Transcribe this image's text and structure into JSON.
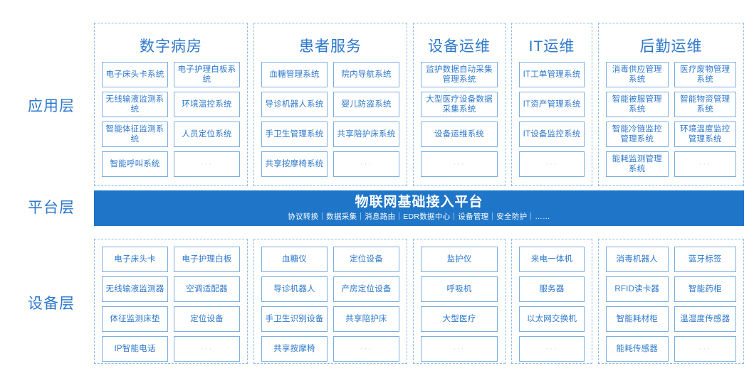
{
  "layers": {
    "application": "应用层",
    "platform": "平台层",
    "device": "设备层"
  },
  "platform": {
    "title": "物联网基础接入平台",
    "subtitle": "协议转换｜数据采集｜消息路由｜EDR数据中心｜设备管理｜安全防护｜……",
    "color": "#1F76C8"
  },
  "colors": {
    "accent": "#2E78CB",
    "box_border": "#7CAEE0",
    "dashed_border": "#8FBBE8",
    "banner": "#1F76C8",
    "muted": "#BCD4EE"
  },
  "application_layer": {
    "columns": [
      {
        "title": "数字病房",
        "columns_per_row": 2,
        "items": [
          "电子床头卡系统",
          "电子护理白板系统",
          "无线输液监测系统",
          "环境温控系统",
          "智能体征监测系统",
          "人员定位系统",
          "智能呼叫系统",
          "…"
        ]
      },
      {
        "title": "患者服务",
        "columns_per_row": 2,
        "items": [
          "血糖管理系统",
          "院内导航系统",
          "导诊机器人系统",
          "婴儿防盗系统",
          "手卫生管理系统",
          "共享陪护床系统",
          "共享按摩椅系统",
          "…"
        ]
      },
      {
        "title": "设备运维",
        "columns_per_row": 1,
        "items": [
          "监护数据自动采集管理系统",
          "大型医疗设备数据采集系统",
          "设备运维系统",
          "…"
        ]
      },
      {
        "title": "IT运维",
        "columns_per_row": 1,
        "items": [
          "IT工单管理系统",
          "IT资产管理系统",
          "IT设备监控系统",
          "…"
        ]
      },
      {
        "title": "后勤运维",
        "columns_per_row": 2,
        "items": [
          "消毒供应管理系统",
          "医疗废物管理系统",
          "智能被服管理系统",
          "智能物资管理系统",
          "智能冷链监控管理系统",
          "环境温度监控管理系统",
          "能耗监测管理系统",
          "…"
        ]
      }
    ]
  },
  "device_layer": {
    "columns": [
      {
        "columns_per_row": 2,
        "items": [
          "电子床头卡",
          "电子护理白板",
          "无线输液监测器",
          "空调适配器",
          "体征监测床垫",
          "定位设备",
          "IP智能电话",
          "…"
        ]
      },
      {
        "columns_per_row": 2,
        "items": [
          "血糖仪",
          "定位设备",
          "导诊机器人",
          "产房定位设备",
          "手卫生识别设备",
          "共享陪护床",
          "共享按摩椅",
          "…"
        ]
      },
      {
        "columns_per_row": 1,
        "items": [
          "监护仪",
          "呼吸机",
          "大型医疗",
          "…"
        ]
      },
      {
        "columns_per_row": 1,
        "items": [
          "来电一体机",
          "服务器",
          "以太网交换机",
          "…"
        ]
      },
      {
        "columns_per_row": 2,
        "items": [
          "消毒机器人",
          "蓝牙标签",
          "RFID读卡器",
          "智能药柜",
          "智能耗材柜",
          "温湿度传感器",
          "能耗传感器",
          "…"
        ]
      }
    ]
  }
}
